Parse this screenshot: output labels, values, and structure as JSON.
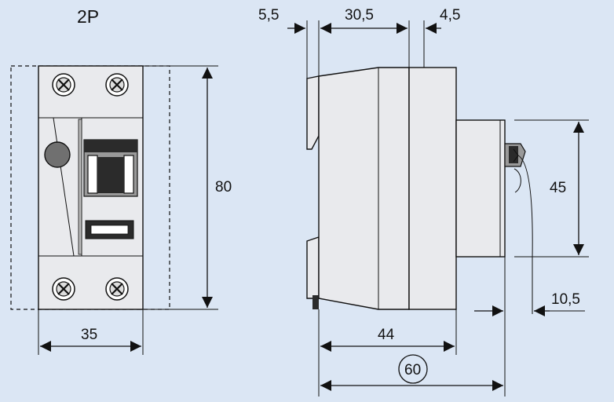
{
  "title": "2P",
  "front_view": {
    "height_label": "80",
    "width_label": "35"
  },
  "side_view": {
    "top_dims": [
      "5,5",
      "30,5",
      "4,5"
    ],
    "right_dims": [
      "45",
      "10,5"
    ],
    "bottom_dims": [
      "44",
      "60"
    ]
  },
  "colors": {
    "background": "#dbe6f4",
    "body": "#e9eaed",
    "line": "#111111",
    "knob": "#707070",
    "dark": "#2b2b2b"
  }
}
